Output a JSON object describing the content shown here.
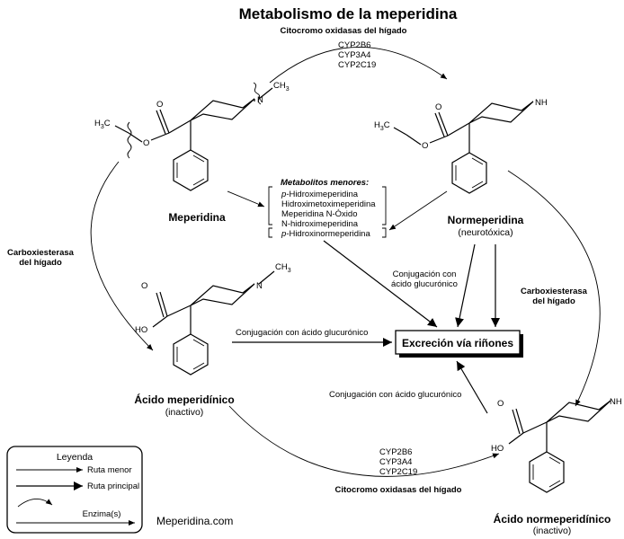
{
  "title": "Metabolismo de la meperidina",
  "top_enzyme": {
    "label": "Citocromo oxidasas del hígado",
    "isoforms": [
      "CYP2B6",
      "CYP3A4",
      "CYP2C19"
    ]
  },
  "bottom_enzyme": {
    "label": "Citocromo oxidasas del hígado",
    "isoforms": [
      "CYP2B6",
      "CYP3A4",
      "CYP2C19"
    ]
  },
  "compounds": {
    "meperidina": {
      "name": "Meperidina",
      "note": ""
    },
    "normeperidina": {
      "name": "Normeperidina",
      "note": "(neurotóxica)"
    },
    "acido_meperidinico": {
      "name": "Ácido meperidínico",
      "note": "(inactivo)"
    },
    "acido_normeperidinico": {
      "name": "Ácido normeperidínico",
      "note": "(inactivo)"
    }
  },
  "atoms": {
    "methyl": "CH",
    "methyl_sub": "3",
    "h3c_h": "H",
    "h3c_sub": "3",
    "h3c_c": "C",
    "n": "N",
    "nh": "NH",
    "o": "O",
    "ho": "HO"
  },
  "minor_metabolites": {
    "heading": "Metabolitos menores:",
    "items": [
      {
        "prefix": "p-",
        "text": "Hidroximeperidina"
      },
      {
        "prefix": "",
        "text": "Hidroximetoximeperidina"
      },
      {
        "prefix": "",
        "text": "Meperidina N-Óxido"
      },
      {
        "prefix": "",
        "text": "N-hidroximeperidina"
      }
    ],
    "last": {
      "prefix": "p-",
      "text": "Hidroxinormeperidina"
    }
  },
  "excretion": "Excreción vía riñones",
  "left_enzyme": {
    "line1": "Carboxiesterasa",
    "line2": "del hígado"
  },
  "right_enzyme": {
    "line1": "Carboxiesterasa",
    "line2": "del hígado"
  },
  "conj_norm": {
    "line1": "Conjugación con",
    "line2": "ácido glucurónico"
  },
  "conj_acid": "Conjugación con ácido glucurónico",
  "conj_noracid": "Conjugación con ácido glucurónico",
  "legend": {
    "title": "Leyenda",
    "items": [
      "Ruta menor",
      "Ruta principal",
      "Enzima(s)"
    ]
  },
  "site": "Meperidina.com"
}
